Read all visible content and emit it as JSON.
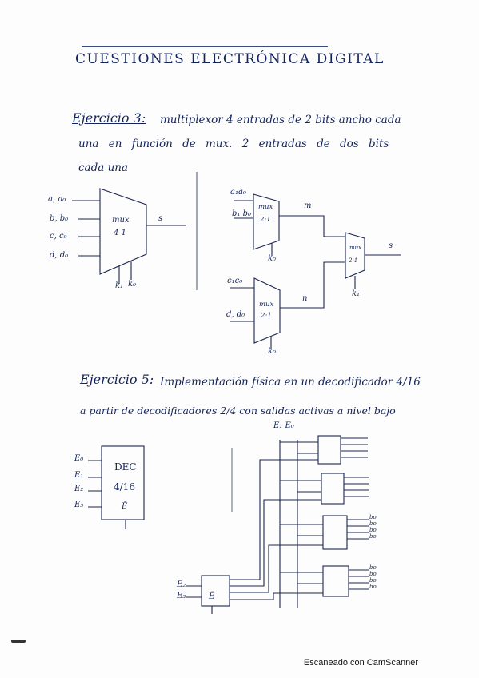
{
  "title": "CUESTIONES ELECTRÓNICA DIGITAL",
  "ex3": {
    "heading": "Ejercicio 3:",
    "line1": "multiplexor 4 entradas de 2 bits ancho cada",
    "line2": "una en función de mux. 2 entradas de dos bits",
    "line3": "cada una",
    "mux41": {
      "label_top": "mux",
      "label_bottom": "4 1",
      "inputs": [
        "a, a₀",
        "b, b₀",
        "c, c₀",
        "d, d₀"
      ],
      "output": "s",
      "selects": [
        "k₁",
        "k₀"
      ]
    },
    "mux_a": {
      "label_top": "mux",
      "label_bottom": "2:1",
      "inputs": [
        "a₁a₀",
        "b₁ b₀"
      ],
      "select": "k₀",
      "output": "m"
    },
    "mux_b": {
      "label_top": "mux",
      "label_bottom": "2:1",
      "inputs": [
        "c₁c₀",
        "d, d₀"
      ],
      "select": "k₀",
      "output": "n"
    },
    "mux_out": {
      "label_top": "mux",
      "label_bottom": "2:1",
      "select": "k₁",
      "output": "s"
    }
  },
  "ex5": {
    "heading": "Ejercicio 5:",
    "line1": "Implementación física en un decodificador 4/16",
    "line2": "a partir de decodificadores 2/4 con salidas activas a nivel bajo",
    "enable_label": "E₁ E₀",
    "dec416": {
      "title": "DEC",
      "subtitle": "4/16",
      "enable": "Ē",
      "inputs": [
        "E₀",
        "E₁",
        "E₂",
        "E₃"
      ]
    },
    "first_dec_inputs": [
      "E₂",
      "E₃"
    ],
    "first_dec_enable": "Ē",
    "output_prefix": "bo"
  },
  "footer": "Escaneado con CamScanner"
}
